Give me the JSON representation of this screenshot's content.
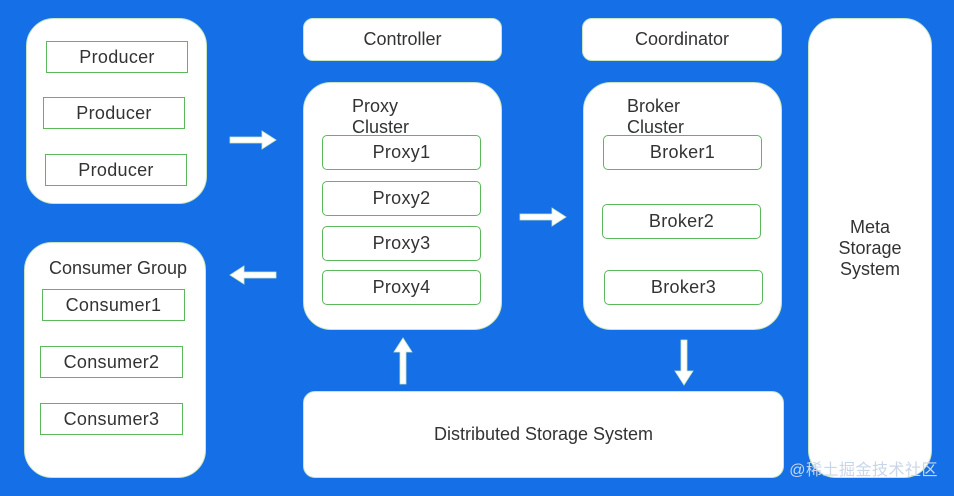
{
  "producers": {
    "items": [
      "Producer",
      "Producer",
      "Producer"
    ]
  },
  "controller": {
    "label": "Controller"
  },
  "coordinator": {
    "label": "Coordinator"
  },
  "proxy_cluster": {
    "title_line1": "Proxy",
    "title_line2": "Cluster",
    "items": [
      "Proxy1",
      "Proxy2",
      "Proxy3",
      "Proxy4"
    ]
  },
  "broker_cluster": {
    "title_line1": "Broker",
    "title_line2": "Cluster",
    "items": [
      "Broker1",
      "Broker2",
      "Broker3"
    ]
  },
  "meta_storage": {
    "line1": "Meta",
    "line2": "Storage",
    "line3": "System"
  },
  "consumer_group": {
    "title": "Consumer Group",
    "items": [
      "Consumer1",
      "Consumer2",
      "Consumer3"
    ]
  },
  "distributed_storage": {
    "label": "Distributed Storage System"
  },
  "watermark": "@稀土掘金技术社区",
  "colors": {
    "background": "#1570e8",
    "item_border": "#5cb85c",
    "panel": "#ffffff"
  }
}
